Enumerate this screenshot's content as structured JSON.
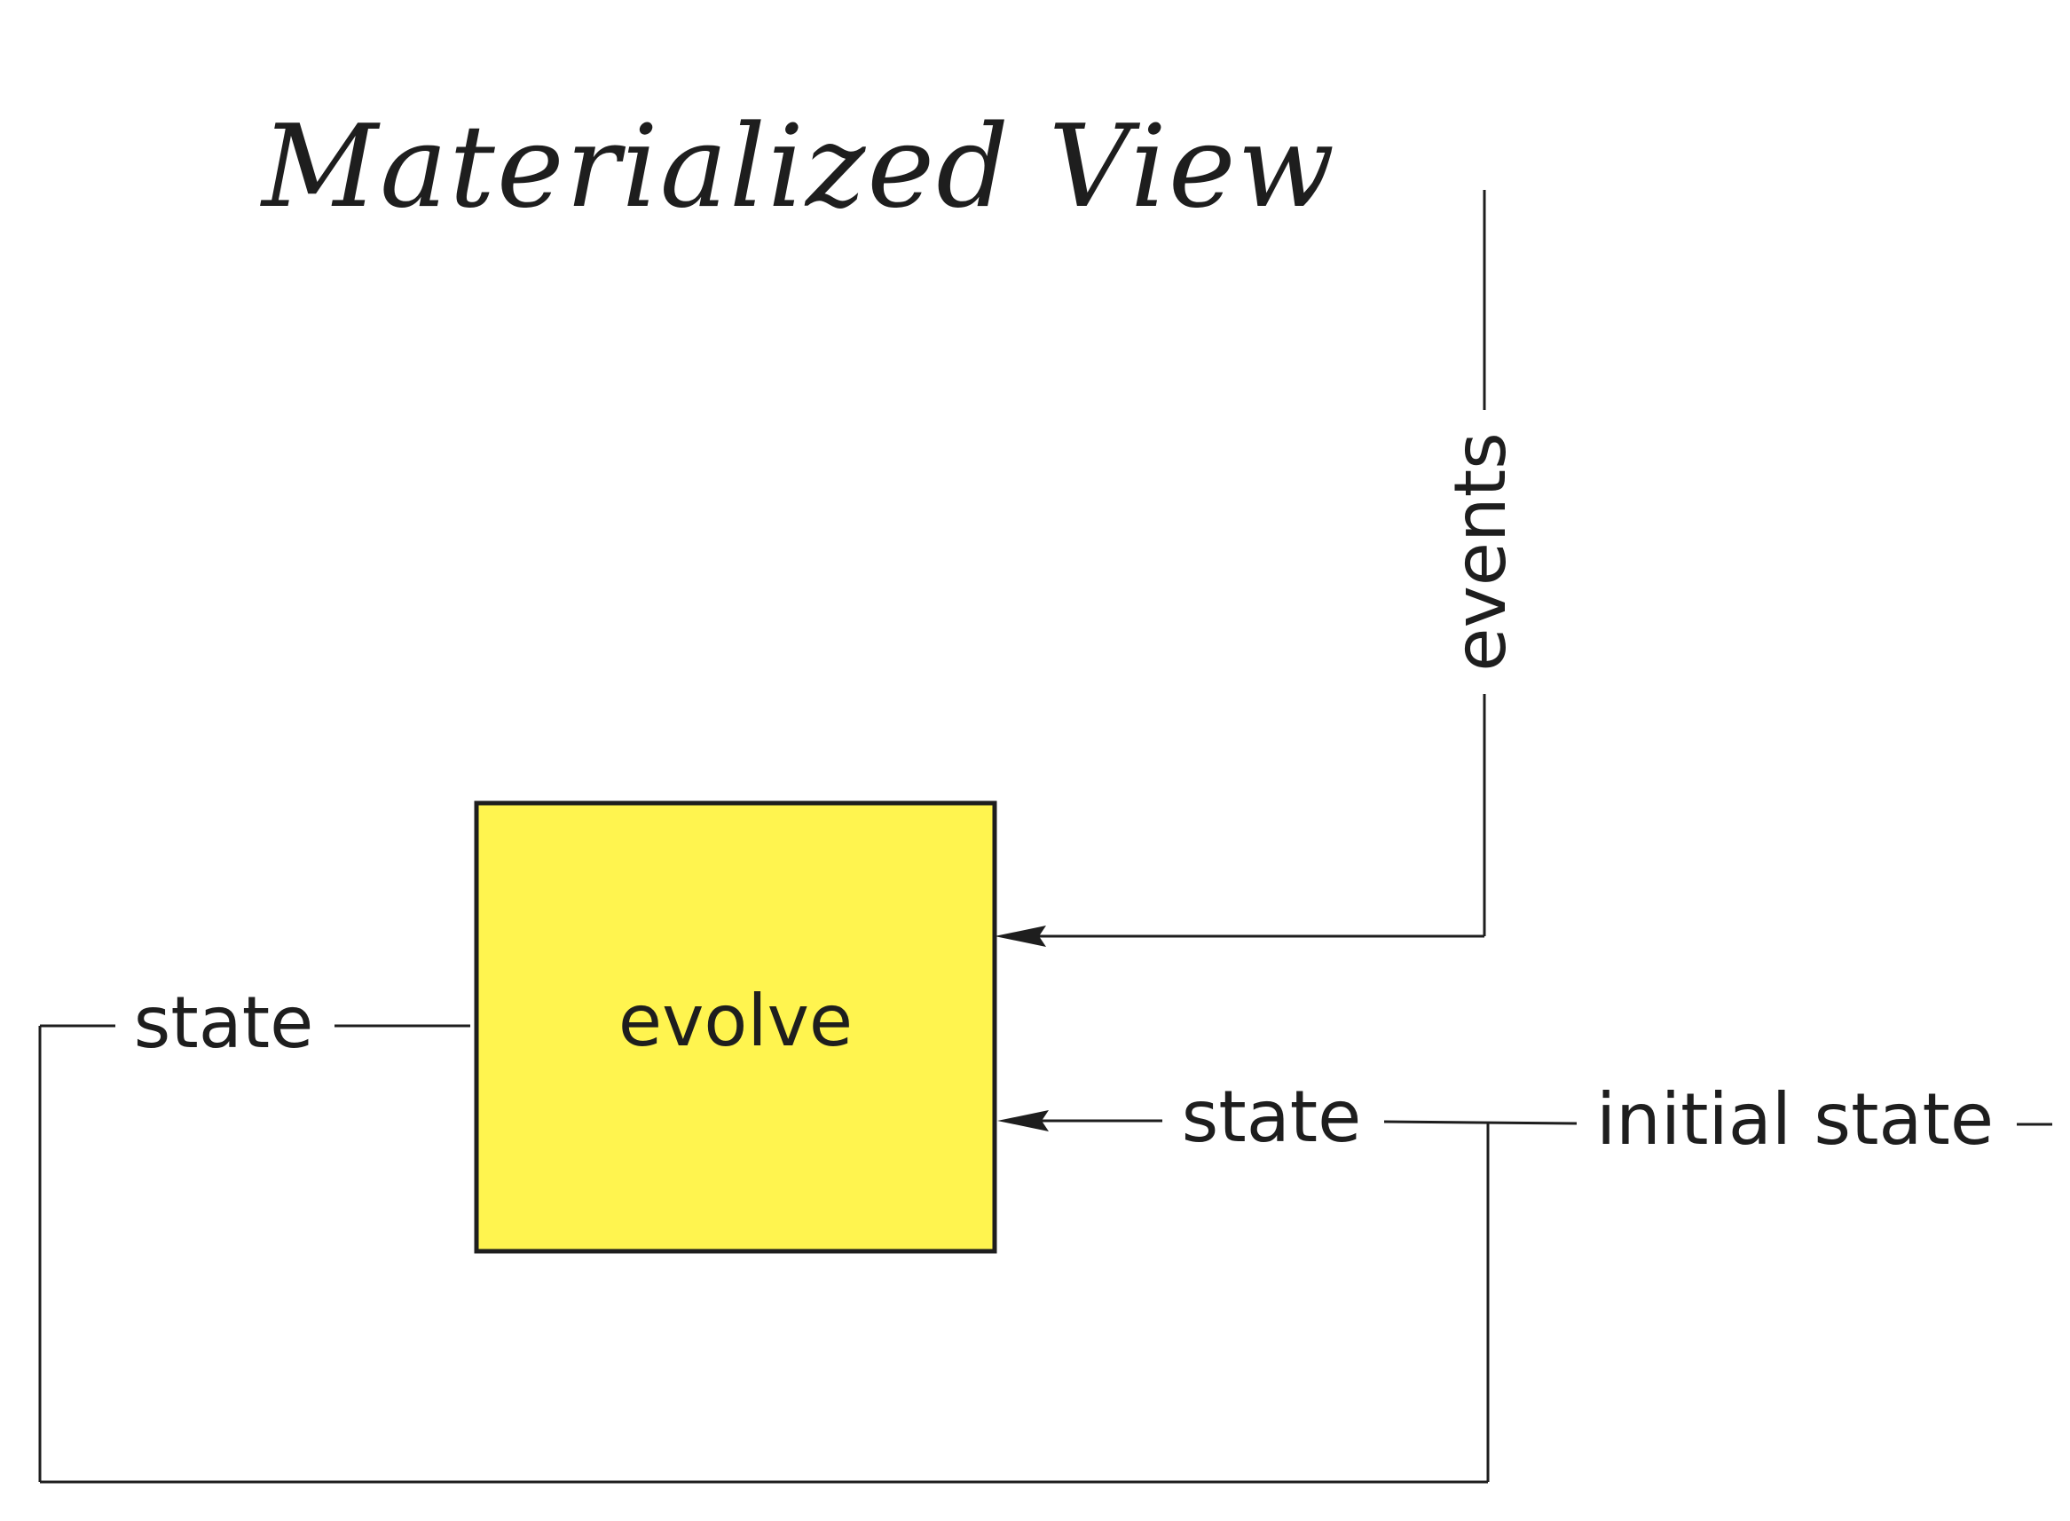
{
  "title": "Materialized View",
  "nodes": {
    "evolve": {
      "label": "evolve",
      "fill_color": "#fff44f",
      "border_color": "#1e1e1e"
    }
  },
  "edge_labels": {
    "events": "events",
    "state_in": "state",
    "initial_state": "initial state",
    "state_out": "state"
  },
  "colors": {
    "stroke": "#1e1e1e",
    "background": "#ffffff"
  }
}
